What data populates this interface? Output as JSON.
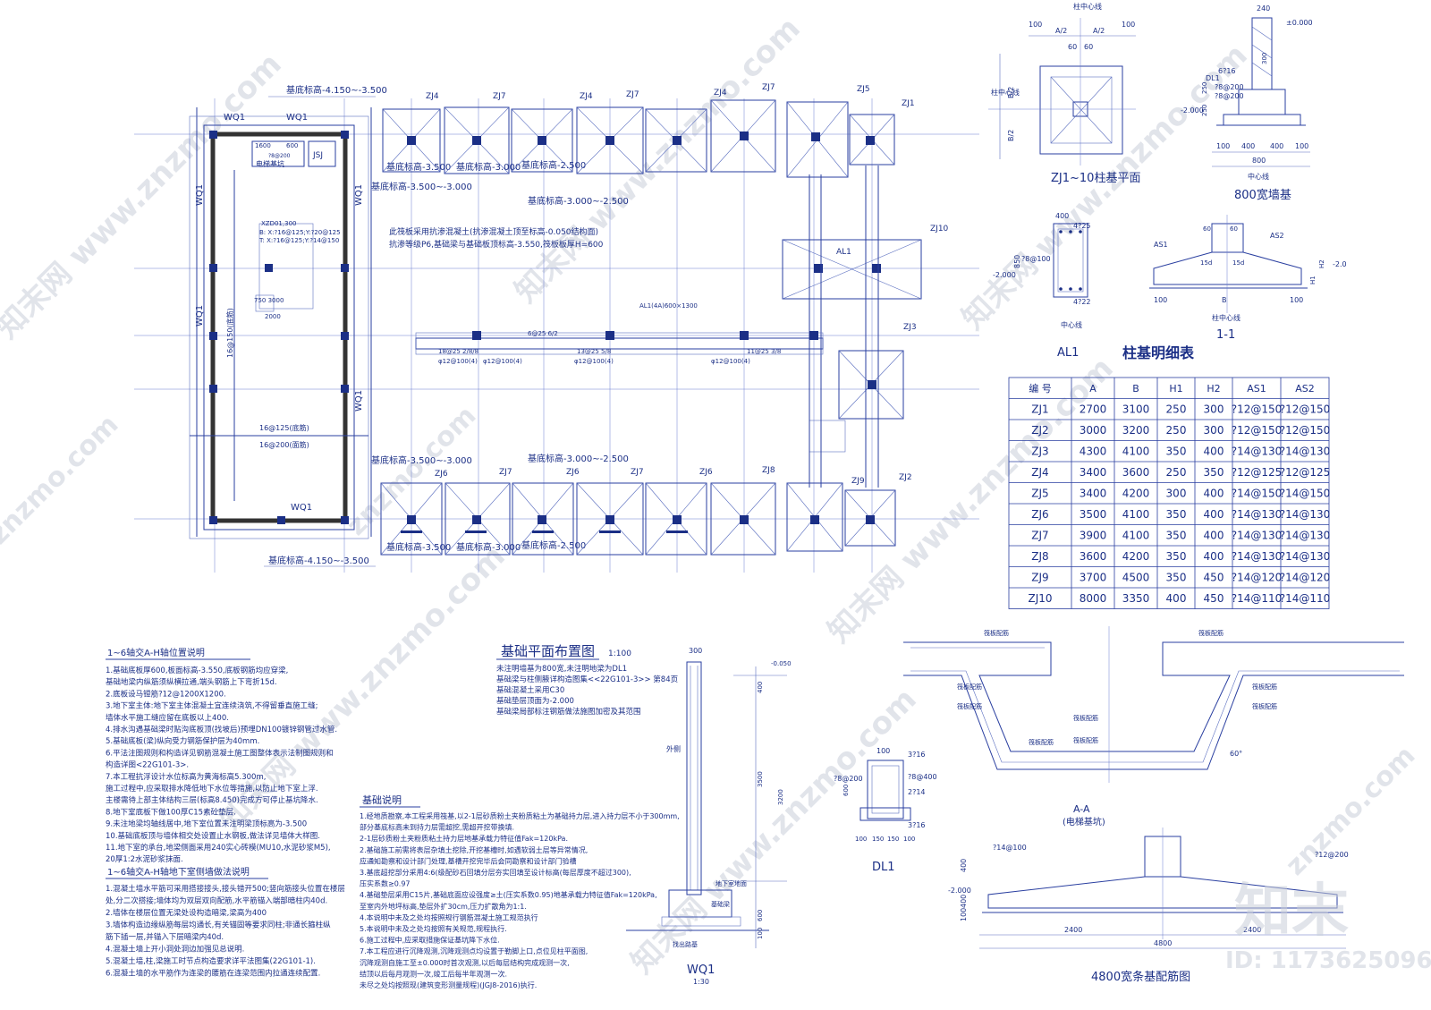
{
  "plan": {
    "title": "基础平面布置图",
    "scale": "1:100",
    "levels": [
      "基底标高-4.150~-3.500",
      "基底标高-3.500",
      "基底标高-3.000",
      "基底标高-2.500",
      "基底标高-3.500~-3.000",
      "基底标高-3.000~-2.500",
      "基底标高-4.150~-3.500"
    ],
    "notes": [
      "此筏板采用抗渗混凝土(抗渗混凝土顶至标高-0.050结构面)",
      "抗渗等级P6,基础梁与基础板顶标高-3.550,筏板板厚H=600"
    ],
    "footing_labels": [
      "ZJ4",
      "ZJ7",
      "ZJ4",
      "ZJ7",
      "ZJ4",
      "ZJ7",
      "ZJ5",
      "ZJ1",
      "ZJ10",
      "ZJ3",
      "ZJ6",
      "ZJ7",
      "ZJ6",
      "ZJ7",
      "ZJ6",
      "ZJ8",
      "ZJ9",
      "ZJ2",
      "AL1"
    ],
    "wall_labels": [
      "WQ1",
      "WQ1",
      "WQ1",
      "WQ1",
      "WQ1",
      "WQ1",
      "WQ1"
    ],
    "pit_labels": [
      "电梯基坑",
      "JSJ"
    ],
    "rebar_h1": "16@125(底筋)",
    "rebar_h2": "16@200(面筋)",
    "rebar_v": "16@150(底筋)",
    "beam_spec": "AL1(4A)600×1300",
    "beam_bar1": "18@25 2/8/8",
    "beam_bar2": "6@25 6/2",
    "beam_bar3": "13@25 5/8",
    "beam_bar4": "11@25 3/8",
    "beam_stirrup": "φ12@100(4)"
  },
  "details": {
    "zj_plan_title": "ZJ1~10柱基平面",
    "zj_plan_dims": [
      "100",
      "A/2",
      "A/2",
      "100",
      "60",
      "60",
      "B/2",
      "B/2",
      "柱中心线",
      "柱中心线"
    ],
    "wall800_title": "800宽墙基",
    "wall800_dims": [
      "240",
      "±0.000",
      "300",
      "DL1",
      "6?16",
      "?8@200",
      "?8@200",
      "-2.000",
      "250",
      "250",
      "100",
      "400",
      "400",
      "100",
      "800",
      "中心线"
    ],
    "al1_title": "AL1",
    "al1_dims": [
      "400",
      "4?25",
      "850",
      "?8@100",
      "-2.000",
      "4?22",
      "中心线"
    ],
    "sec11_title": "1-1",
    "sec11_dims": [
      "60",
      "60",
      "AS1",
      "AS2",
      "15d",
      "15d",
      "100",
      "B",
      "100",
      "柱中心线",
      "H1",
      "H2",
      "-2.0"
    ],
    "dl1_title": "DL1",
    "dl1_dims": [
      "100",
      "3?16",
      "?8@200",
      "?8@400",
      "600",
      "2?14",
      "3?16",
      "100",
      "150",
      "150",
      "100"
    ],
    "pit_section_title": "A-A",
    "pit_section_sub": "(电梯基坑)",
    "pit_labels": [
      "筏板配筋",
      "筏板配筋",
      "筏板配筋",
      "筏板配筋",
      "筏板配筋",
      "筏板配筋",
      "筏板配筋",
      "筏板配筋",
      "筏板配筋",
      "60°"
    ],
    "strip4800_title": "4800宽条基配筋图",
    "strip4800_dims": [
      "?14@100",
      "?12@200",
      "400",
      "-2.000",
      "400",
      "100",
      "2400",
      "2400",
      "4800"
    ],
    "wq1_title": "WQ1",
    "wq1_scale": "1:30",
    "wq1_dims": [
      "300",
      "-0.050",
      "400",
      "3500",
      "3200",
      "600",
      "100",
      "外侧",
      "基础梁",
      "地下室地面",
      "找出路基"
    ]
  },
  "table": {
    "title": "柱基明细表",
    "headers": [
      "编 号",
      "A",
      "B",
      "H1",
      "H2",
      "AS1",
      "AS2"
    ],
    "rows": [
      [
        "ZJ1",
        "2700",
        "3100",
        "250",
        "300",
        "?12@150",
        "?12@150"
      ],
      [
        "ZJ2",
        "3000",
        "3200",
        "250",
        "300",
        "?12@150",
        "?12@150"
      ],
      [
        "ZJ3",
        "4300",
        "4100",
        "350",
        "400",
        "?14@130",
        "?14@130"
      ],
      [
        "ZJ4",
        "3400",
        "3600",
        "250",
        "350",
        "?12@125",
        "?12@125"
      ],
      [
        "ZJ5",
        "3400",
        "4200",
        "300",
        "400",
        "?14@150",
        "?14@150"
      ],
      [
        "ZJ6",
        "3500",
        "4100",
        "350",
        "400",
        "?14@130",
        "?14@130"
      ],
      [
        "ZJ7",
        "3900",
        "4100",
        "350",
        "400",
        "?14@130",
        "?14@130"
      ],
      [
        "ZJ8",
        "3600",
        "4200",
        "350",
        "400",
        "?14@130",
        "?14@130"
      ],
      [
        "ZJ9",
        "3700",
        "4500",
        "350",
        "450",
        "?14@120",
        "?14@120"
      ],
      [
        "ZJ10",
        "8000",
        "3350",
        "400",
        "450",
        "?14@110",
        "?14@110"
      ]
    ]
  },
  "notes_axis": {
    "title": "1~6轴交A-H轴位置说明",
    "lines": [
      "1.基础底板厚600,板面标高-3.550,底板钢筋均应穿梁,",
      "  基础地梁内纵筋须纵横拉通,端头钢筋上下弯折15d.",
      "2.底板设马镫筋?12@1200X1200.",
      "3.地下室主体:地下室主体混凝土宜连续浇筑,不得留垂直施工缝;",
      "  墙体水平施工缝应留在底板以上400.",
      "4.排水沟遇基础梁时贴沟底板顶(找坡后)预埋DN100镀锌钢管过水管.",
      "5.基础底板(梁)纵向受力钢筋保护层为40mm.",
      "6.平法注图规则和构造详见钢筋混凝土施工图整体表示法制图规则和",
      "  构造详图<22G101-3>.",
      "7.本工程抗浮设计水位标高为黄海标高5.300m,",
      "  施工过程中,应采取排水降低地下水位等措施,以防止地下室上浮.",
      "  主楼需待上部主体结构三层(标高8.450)完成方可停止基坑降水.",
      "8.地下室底板下做100厚C15素砼垫层.",
      "9.未注地梁均轴线居中,地下室位置未注明梁顶标高为-3.500",
      "10.基础底板顶与墙体相交处设置止水钢板,做法详见墙体大样图.",
      "11.地下室的承台,地梁侧面采用240实心砖模(MU10,水泥砂浆M5),",
      "   20厚1:2水泥砂浆抹面."
    ]
  },
  "notes_wall": {
    "title": "1~6轴交A-H轴地下室侧墙做法说明",
    "lines": [
      "1.混凝土墙水平筋可采用搭接接头,接头错开500;竖向筋接头位置在楼层",
      "  处,分二次搭接;墙体均为双层双向配筋,水平筋锚入端部暗柱内40d.",
      "2.墙体在楼层位置无梁处设构造暗梁,梁高为400",
      "3.墙体构造边缘纵筋每层均通长,有关锚固等要求同柱;非通长箍柱纵",
      "  筋下插一层,并锚入下层暗梁内40d.",
      "4.混凝土墙上开小洞处洞边加强见总说明.",
      "5.混凝土墙,柱,梁施工时节点构造要求详平法图集(22G101-1).",
      "6.混凝土墙的水平筋作为连梁的腰筋在连梁范围内拉通连续配置."
    ]
  },
  "notes_plan": {
    "lines": [
      "未注明墙基为800宽,未注明地梁为DL1",
      "基础梁与柱侧腋详构造图集<<22G101-3>> 第84页",
      "基础混凝土采用C30",
      "基础垫层顶面为-2.000",
      "基础梁局部标注钢筋做法施图加密及其范围"
    ]
  },
  "notes_found": {
    "title": "基础说明",
    "lines": [
      "1.经地质勘察,本工程采用筏基,以2-1层砂质粉土夹粉质粘土为基础持力层,进入持力层不小于300mm,",
      "  部分基底标高未到持力层需超挖,需超开挖带换填.",
      "  2-1层砂质粉土夹粉质粘土持力层地基承载力特征值Fak=120kPa.",
      "2.基础施工前需将表层杂填土挖除,开挖基槽时,如遇软弱土层等异常情况,",
      "  应通知勘察和设计部门处理,基槽开挖完毕后会同勘察和设计部门验槽",
      "3.基底超挖部分采用4:6(级配砂石回填分层夯实回填至设计标高(每层厚度不超过300),",
      "  压实系数≥0.97",
      "4.基础垫层采用C15片,基础底面应设强度≥土(压实系数0.95)地基承载力特征值Fak=120kPa,",
      "  至室内外地坪标高,垫层外扩30cm,压力扩散角为1:1.",
      "4.本说明中未及之处均按照规行钢筋混凝土施工规范执行",
      "5.本说明中未及之处均按照有关规范,规程执行.",
      "6.施工过程中,应采取措施保证基坑降下水位.",
      "7.本工程应进行沉降观测,沉降观测点均设置于勒脚上口,点位见柱平面图,",
      "  沉降观测自施工至±0.000时首次观测,以后每层结构完成观测一次,",
      "  结顶以后每月观测一次,竣工后每半年观测一次.",
      "  未尽之处均按照现(建筑变形测量规程)(JGJ8-2016)执行."
    ]
  },
  "watermark": {
    "brand": "知末",
    "id": "ID: 1173625096",
    "diag": "知末网 www.znzmo.com",
    "diag_short": "znzmo.com"
  }
}
